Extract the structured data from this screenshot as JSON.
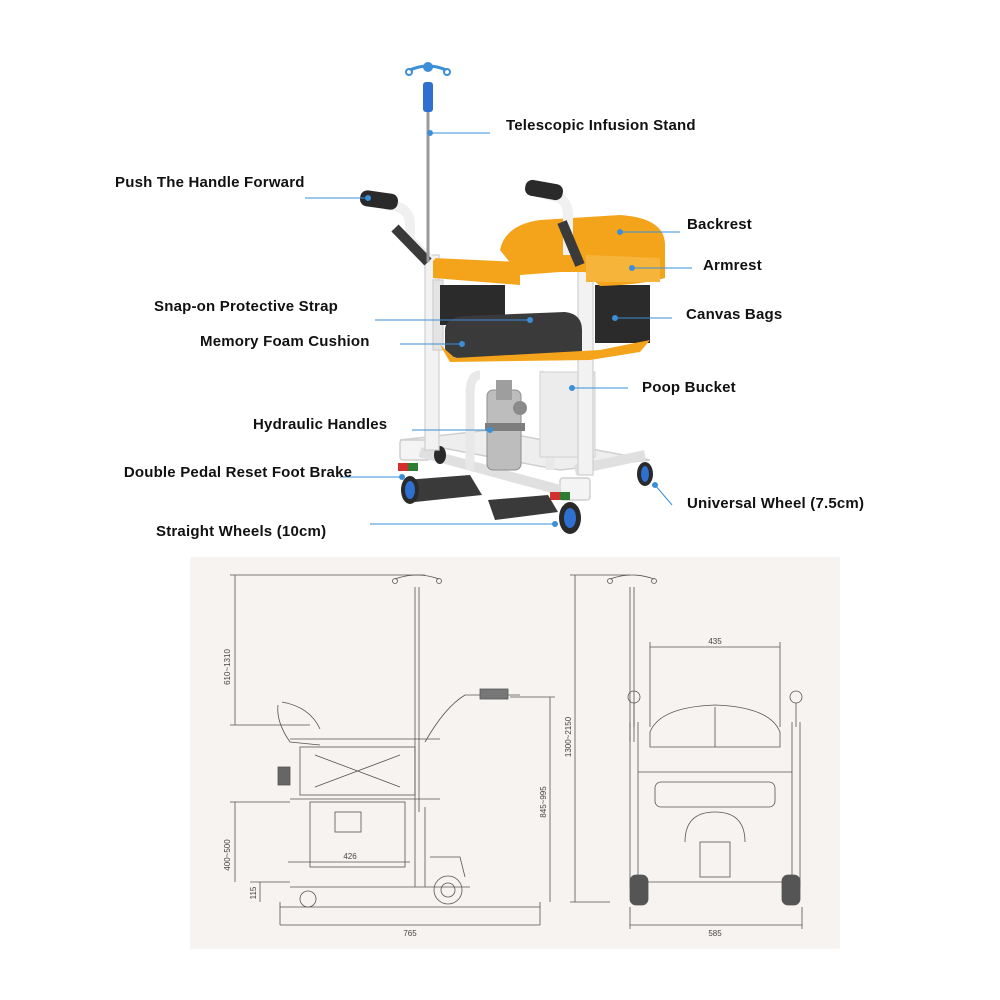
{
  "callouts": {
    "infusion_stand": "Telescopic Infusion Stand",
    "push_handle": "Push The Handle Forward",
    "backrest": "Backrest",
    "armrest": "Armrest",
    "protective_strap": "Snap-on Protective Strap",
    "canvas_bags": "Canvas Bags",
    "memory_foam": "Memory Foam Cushion",
    "poop_bucket": "Poop Bucket",
    "hydraulic_handles": "Hydraulic Handles",
    "foot_brake": "Double Pedal Reset Foot Brake",
    "universal_wheel": "Universal Wheel (7.5cm)",
    "straight_wheels": "Straight Wheels (10cm)"
  },
  "dimensions": {
    "side_pole_height": "610~1310",
    "side_seat_height": "400~500",
    "side_bottom": "115",
    "side_bucket_width": "426",
    "side_length": "765",
    "side_handle_height": "845~995",
    "front_total_height": "1300~2150",
    "front_seat_width": "435",
    "front_width": "585"
  },
  "colors": {
    "accent_orange": "#f4a41b",
    "seat_dark": "#3a3a3a",
    "frame_white": "#f2f2f2",
    "leader_blue": "#3a8fd8",
    "wheel_blue": "#2f6fcf"
  }
}
